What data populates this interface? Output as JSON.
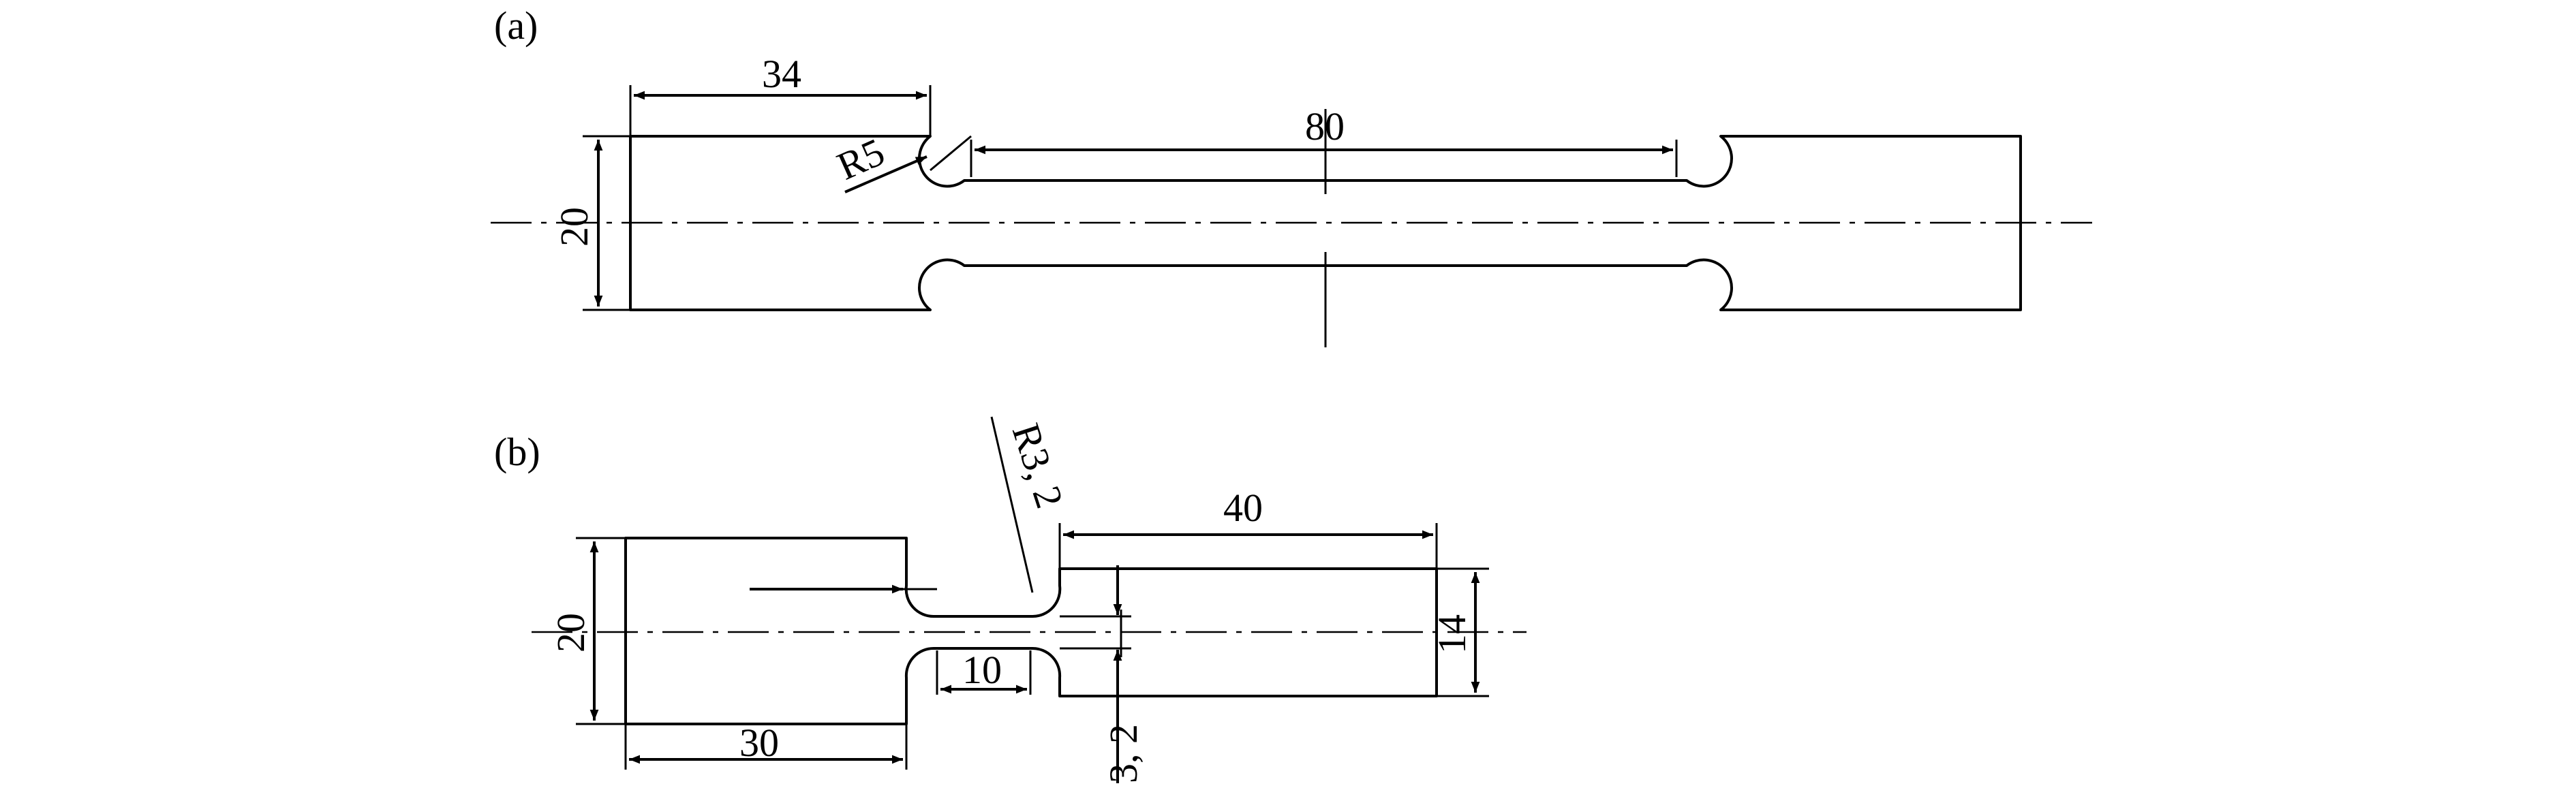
{
  "panel_a": {
    "label": "(a)",
    "dims": {
      "grip_length": "34",
      "gauge_length": "80",
      "fillet_radius": "R5",
      "width": "20"
    }
  },
  "panel_b": {
    "label": "(b)",
    "dims": {
      "fillet_radius": "R3, 2",
      "right_length": "40",
      "right_width": "14",
      "left_width": "20",
      "left_length": "30",
      "neck_length": "10",
      "neck_width": "3, 2"
    }
  }
}
